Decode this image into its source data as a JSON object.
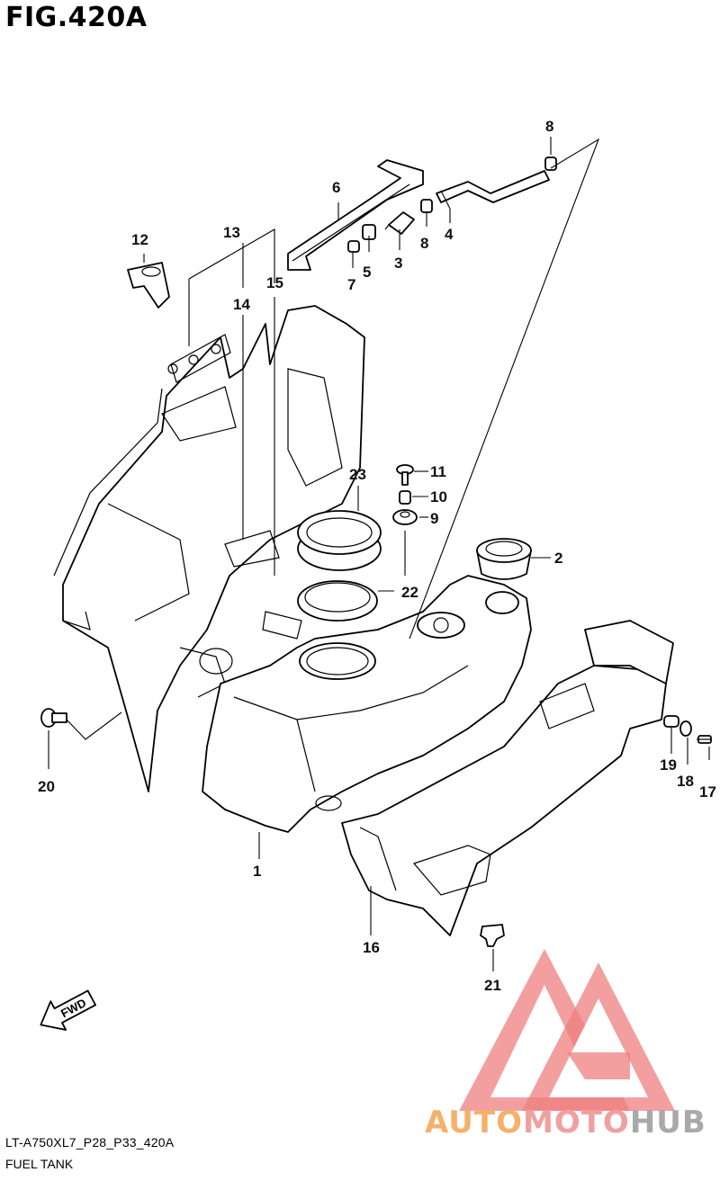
{
  "figure": {
    "title": "FIG.420A",
    "code": "LT-A750XL7_P28_P33_420A",
    "name": "FUEL TANK"
  },
  "fwd_label": "FWD",
  "watermark": {
    "part1": "AUTO",
    "part2": "MOTO",
    "part3": "HUB",
    "color1": "#f5b06a",
    "color2": "#f0a0a0",
    "color3": "#a9a9a9"
  },
  "callouts": [
    {
      "id": "1",
      "label": "1"
    },
    {
      "id": "2",
      "label": "2"
    },
    {
      "id": "3",
      "label": "3"
    },
    {
      "id": "4",
      "label": "4"
    },
    {
      "id": "5",
      "label": "5"
    },
    {
      "id": "6",
      "label": "6"
    },
    {
      "id": "7",
      "label": "7"
    },
    {
      "id": "8a",
      "label": "8"
    },
    {
      "id": "8b",
      "label": "8"
    },
    {
      "id": "9",
      "label": "9"
    },
    {
      "id": "10",
      "label": "10"
    },
    {
      "id": "11",
      "label": "11"
    },
    {
      "id": "12",
      "label": "12"
    },
    {
      "id": "13",
      "label": "13"
    },
    {
      "id": "14",
      "label": "14"
    },
    {
      "id": "15",
      "label": "15"
    },
    {
      "id": "16",
      "label": "16"
    },
    {
      "id": "17",
      "label": "17"
    },
    {
      "id": "18",
      "label": "18"
    },
    {
      "id": "19",
      "label": "19"
    },
    {
      "id": "20",
      "label": "20"
    },
    {
      "id": "21",
      "label": "21"
    },
    {
      "id": "22",
      "label": "22"
    },
    {
      "id": "23",
      "label": "23"
    }
  ]
}
